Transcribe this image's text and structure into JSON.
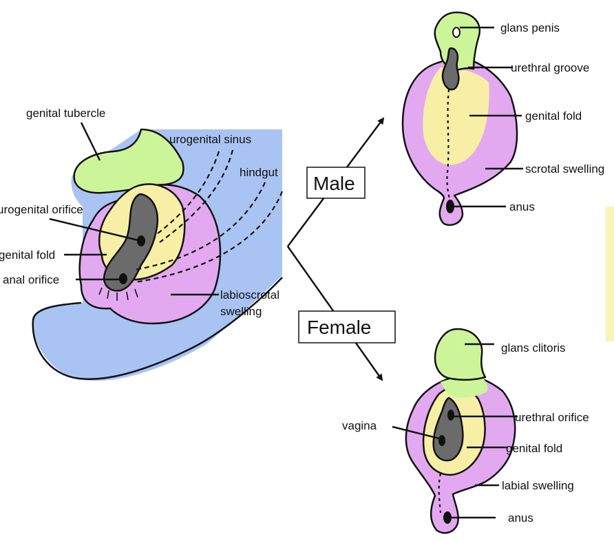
{
  "colors": {
    "blue": "#a9c4f2",
    "green": "#ccf59a",
    "purple": "#e2a9f0",
    "yellow": "#f7efa5",
    "gray": "#6b6b6b",
    "black": "#111111",
    "side_bar": "#f9f4b8"
  },
  "indifferent": {
    "genital_tubercle": "genital tubercle",
    "urogenital_sinus": "urogenital sinus",
    "hindgut": "hindgut",
    "urogenital_orifice": "urogenital orifice",
    "genital_fold": "genital fold",
    "anal_orifice": "anal orifice",
    "labioscrotal_line1": "labioscrotal",
    "labioscrotal_line2": "swelling"
  },
  "branches": {
    "male": "Male",
    "female": "Female"
  },
  "male": {
    "glans": "glans penis",
    "urethral_groove": "urethral groove",
    "genital_fold": "genital fold",
    "scrotal_swelling": "scrotal swelling",
    "anus": "anus"
  },
  "female": {
    "glans": "glans clitoris",
    "urethral_orifice": "urethral orifice",
    "vagina": "vagina",
    "genital_fold": "genital fold",
    "labial_swelling": "labial swelling",
    "anus": "anus"
  }
}
